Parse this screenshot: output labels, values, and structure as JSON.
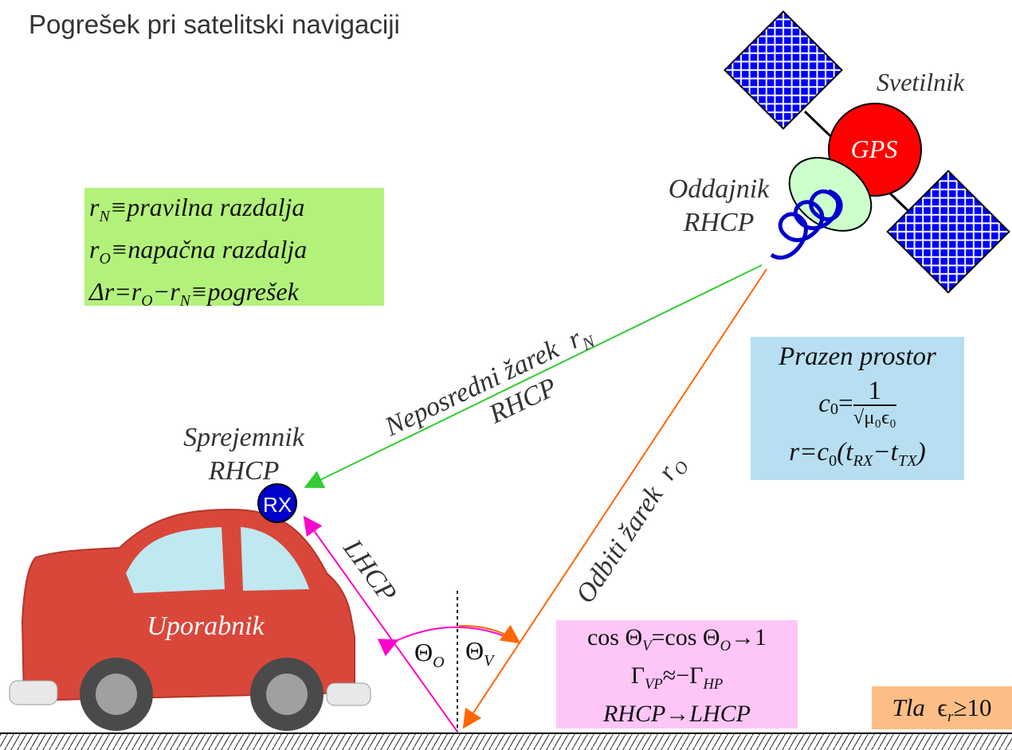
{
  "title": "Pogrešek pri satelitski navigaciji",
  "satellite": {
    "label": "Svetilnik",
    "body_label": "GPS",
    "transmitter_label_1": "Oddajnik",
    "transmitter_label_2": "RHCP"
  },
  "receiver": {
    "label_1": "Sprejemnik",
    "label_2": "RHCP",
    "badge": "RX"
  },
  "car_label": "Uporabnik",
  "rays": {
    "direct_label": "Neposredni žarek",
    "direct_symbol": "r",
    "direct_sub": "N",
    "direct_pol": "RHCP",
    "reflected_label": "Odbiti žarek",
    "reflected_symbol": "r",
    "reflected_sub": "O",
    "bounce_pol": "LHCP"
  },
  "angles": {
    "left": "Θ",
    "left_sub": "O",
    "right": "Θ",
    "right_sub": "V"
  },
  "definitions": {
    "line1_var": "r",
    "line1_sub": "N",
    "line1_text": "≡pravilna   razdalja",
    "line2_var": "r",
    "line2_sub": "O",
    "line2_text": "≡napačna   razdalja",
    "line3_a": "Δr=r",
    "line3_sub1": "O",
    "line3_b": "−r",
    "line3_sub2": "N",
    "line3_text": "≡pogrešek"
  },
  "free_space": {
    "title": "Prazen   prostor",
    "c_lhs": "c",
    "c_sub": "0",
    "eq": "=",
    "numerator": "1",
    "denominator": "√μ₀ϵ₀",
    "r_line_a": "r=c",
    "r_line_sub": "0",
    "r_line_b": "(t",
    "r_rx": "RX",
    "r_minus": "−t",
    "r_tx": "TX",
    "r_close": ")"
  },
  "conditions": {
    "line1_a": "cos Θ",
    "line1_sub1": "V",
    "line1_b": "=cos Θ",
    "line1_sub2": "O",
    "line1_c": "→1",
    "line2_a": "Γ",
    "line2_sub1": "VP",
    "line2_b": "≈−Γ",
    "line2_sub2": "HP",
    "line3": "RHCP→LHCP"
  },
  "ground": {
    "label": "Tla",
    "eps": "ϵ",
    "eps_sub": "r",
    "value": "≥10"
  },
  "colors": {
    "direct_ray": "#33cc33",
    "reflected_ray": "#ff6600",
    "bounce_ray": "#ff00cc",
    "panel": "#0000ff",
    "gps": "#ff0000",
    "dish": "#ccffcc",
    "car": "#d9473a"
  }
}
